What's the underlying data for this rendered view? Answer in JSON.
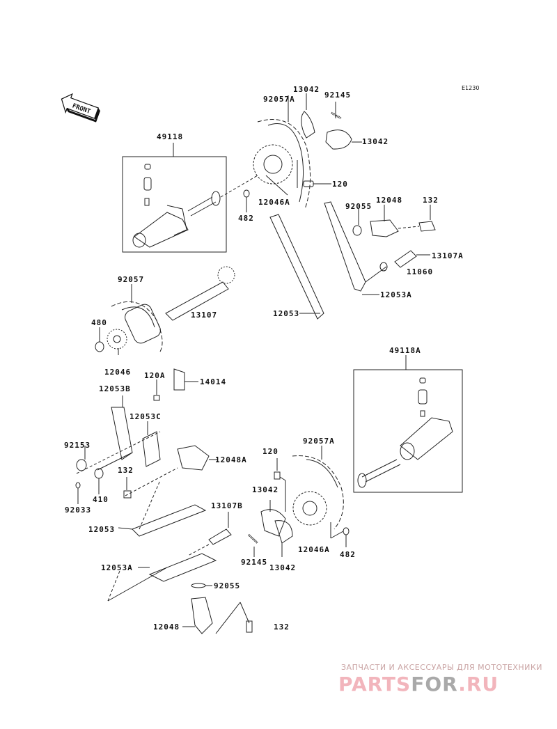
{
  "diagram": {
    "code": "E1230",
    "front_label": "FRONT",
    "parts": [
      {
        "id": "p49118",
        "label": "49118"
      },
      {
        "id": "p482a",
        "label": "482"
      },
      {
        "id": "p92057A_top",
        "label": "92057A"
      },
      {
        "id": "p13042_top1",
        "label": "13042"
      },
      {
        "id": "p92145_top",
        "label": "92145"
      },
      {
        "id": "p13042_top2",
        "label": "13042"
      },
      {
        "id": "p120_top",
        "label": "120"
      },
      {
        "id": "p12046A_top",
        "label": "12046A"
      },
      {
        "id": "p92055_top",
        "label": "92055"
      },
      {
        "id": "p12048_top",
        "label": "12048"
      },
      {
        "id": "p132_top",
        "label": "132"
      },
      {
        "id": "p13107A",
        "label": "13107A"
      },
      {
        "id": "p11060",
        "label": "11060"
      },
      {
        "id": "p12053A_top",
        "label": "12053A"
      },
      {
        "id": "p12053_top",
        "label": "12053"
      },
      {
        "id": "p92057",
        "label": "92057"
      },
      {
        "id": "p13107",
        "label": "13107"
      },
      {
        "id": "p480",
        "label": "480"
      },
      {
        "id": "p12046",
        "label": "12046"
      },
      {
        "id": "p120A",
        "label": "120A"
      },
      {
        "id": "p14014",
        "label": "14014"
      },
      {
        "id": "p12053B",
        "label": "12053B"
      },
      {
        "id": "p12053C",
        "label": "12053C"
      },
      {
        "id": "p92153",
        "label": "92153"
      },
      {
        "id": "p12048A",
        "label": "12048A"
      },
      {
        "id": "p132_mid",
        "label": "132"
      },
      {
        "id": "p410",
        "label": "410"
      },
      {
        "id": "p92033",
        "label": "92033"
      },
      {
        "id": "p49118A",
        "label": "49118A"
      },
      {
        "id": "p120_bot",
        "label": "120"
      },
      {
        "id": "p92057A_bot",
        "label": "92057A"
      },
      {
        "id": "p13042_bot1",
        "label": "13042"
      },
      {
        "id": "p13107B",
        "label": "13107B"
      },
      {
        "id": "p12053_bot",
        "label": "12053"
      },
      {
        "id": "p12053A_bot",
        "label": "12053A"
      },
      {
        "id": "p92145_bot",
        "label": "92145"
      },
      {
        "id": "p13042_bot2",
        "label": "13042"
      },
      {
        "id": "p12046A_bot",
        "label": "12046A"
      },
      {
        "id": "p482b",
        "label": "482"
      },
      {
        "id": "p92055_bot",
        "label": "92055"
      },
      {
        "id": "p12048_bot",
        "label": "12048"
      },
      {
        "id": "p132_bot",
        "label": "132"
      }
    ]
  },
  "watermark": {
    "tagline": "ЗАПЧАСТИ И АКСЕССУАРЫ ДЛЯ МОТОТЕХНИКИ",
    "brand_part1": "PARTS",
    "brand_part2": "FOR",
    "brand_part3": ".RU"
  }
}
